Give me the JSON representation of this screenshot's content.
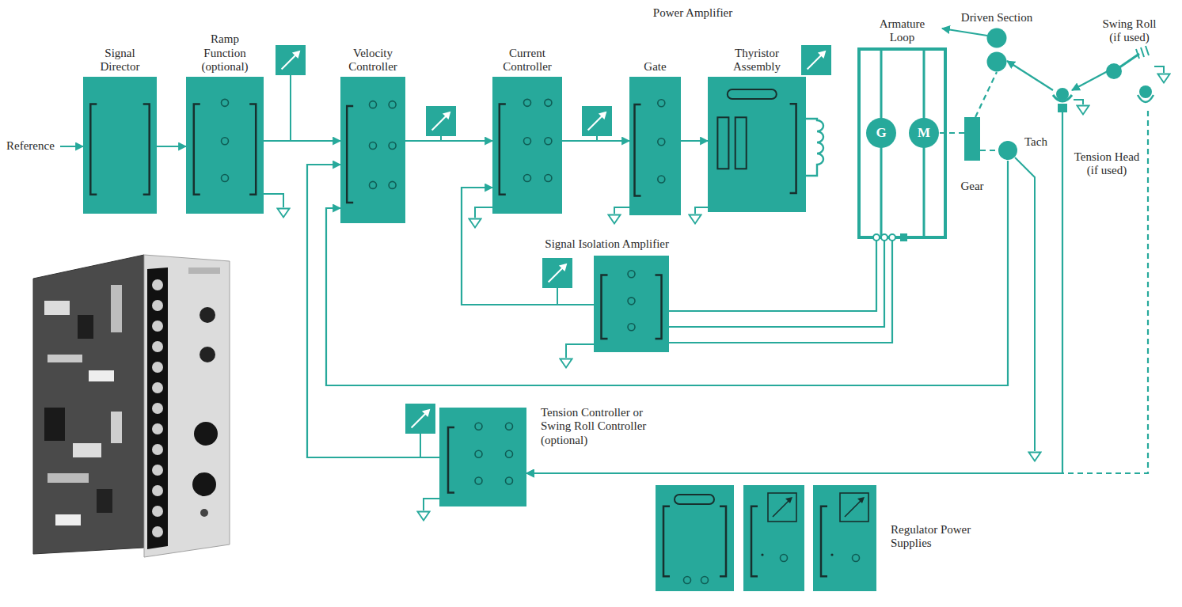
{
  "diagram": {
    "nodes": [
      {
        "text": [
          "Signal Director"
        ]
      },
      {
        "text": [
          "Ramp Function (optional)"
        ]
      },
      {
        "text": [
          "Velocity Controller"
        ]
      },
      {
        "text": [
          "Current Controller"
        ]
      },
      {
        "text": [
          "Gate"
        ]
      },
      {
        "text": [
          "Thyristor Assembly"
        ]
      },
      {
        "text": [
          "Armature Loop"
        ]
      },
      {
        "text": [
          "G"
        ],
        "in": 6
      },
      {
        "text": [
          "M"
        ],
        "in": 6
      },
      {
        "text": [
          "Driven Section"
        ]
      },
      {
        "text": [
          "Swing Roll (if used)"
        ]
      },
      {
        "text": [
          "Gear"
        ]
      },
      {
        "text": [
          "Tach"
        ]
      },
      {
        "text": [
          "Tension Head (if used)"
        ]
      },
      {
        "text": [
          "Signal Isolation Amplifier"
        ]
      },
      {
        "text": [
          "Tension Controller or Swing Roll Controller (optional)"
        ]
      },
      {
        "text": [
          "Regulator Power Supplies"
        ]
      }
    ],
    "edges": [
      {
        "from": 0,
        "to": 1,
        "arrow": "to"
      },
      {
        "from": 1,
        "to": 2,
        "arrow": "to"
      },
      {
        "from": 2,
        "to": 3,
        "arrow": "to"
      },
      {
        "from": 3,
        "to": 4,
        "arrow": "to"
      },
      {
        "from": 4,
        "to": 5,
        "arrow": "to"
      },
      {
        "from": 8,
        "to": 11,
        "arrow": "none"
      },
      {
        "from": 11,
        "to": 12,
        "arrow": "none"
      },
      {
        "from": 11,
        "to": 9,
        "arrow": "none"
      },
      {
        "from": 6,
        "to": 14,
        "arrow": "none"
      },
      {
        "from": 6,
        "to": 14,
        "arrow": "none"
      },
      {
        "from": 6,
        "to": 14,
        "arrow": "none"
      },
      {
        "from": 14,
        "to": 3,
        "arrow": "to"
      },
      {
        "from": 12,
        "to": 2,
        "arrow": "to"
      },
      {
        "from": 15,
        "to": 2,
        "arrow": "to"
      },
      {
        "from": 13,
        "to": 15,
        "arrow": "to"
      },
      {
        "from": 10,
        "to": 15,
        "arrow": "to"
      },
      {
        "from": 10,
        "to": 13,
        "arrow": "to"
      },
      {
        "from": 13,
        "to": 9,
        "arrow": "to"
      }
    ],
    "labels": [
      "Power Amplifier",
      "Reference"
    ]
  }
}
